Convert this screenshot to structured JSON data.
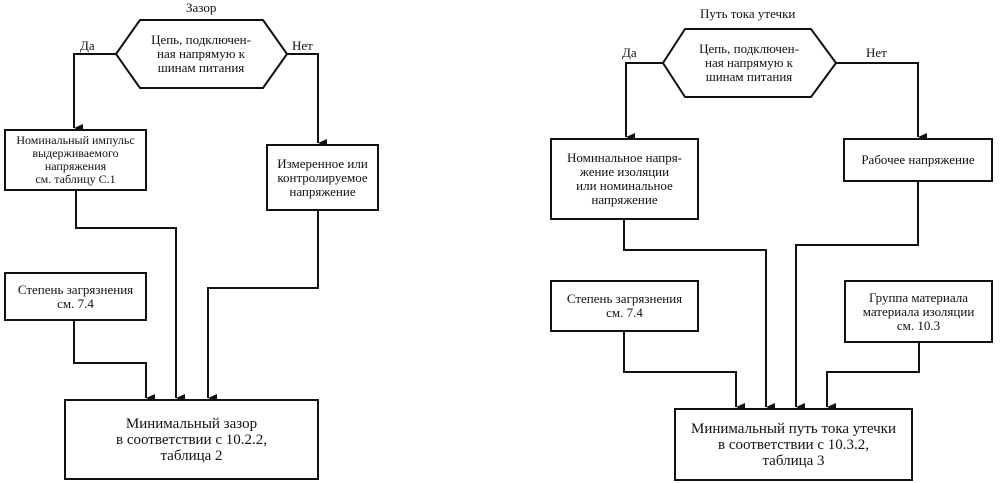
{
  "left": {
    "title": "Зазор",
    "decision": "Цепь, подключен-\nная напрямую к\nшинам питания",
    "yes": "Да",
    "no": "Нет",
    "yes_box": "Номинальный импульс\nвыдерживаемого\nнапряжения\nсм. таблицу С.1",
    "no_box": "Измеренное или\nконтролируемое\nнапряжение",
    "pollution_box": "Степень загрязнения\nсм.  7.4",
    "result_box": "Минимальный зазор\nв соответствии с 10.2.2,\nтаблица 2"
  },
  "right": {
    "title": "Путь тока утечки",
    "decision": "Цепь, подключен-\nная напрямую к\nшинам питания",
    "yes": "Да",
    "no": "Нет",
    "yes_box": "Номинальное напря-\nжение изоляции\nили номинальное\nнапряжение",
    "no_box": "Рабочее напряжение",
    "pollution_box": "Степень загрязнения\nсм.  7.4",
    "material_box": "Группа материала\nматериала изоляции\nсм. 10.3",
    "result_box": "Минимальный путь тока утечки\nв соответствии с 10.3.2,\nтаблица 3"
  }
}
